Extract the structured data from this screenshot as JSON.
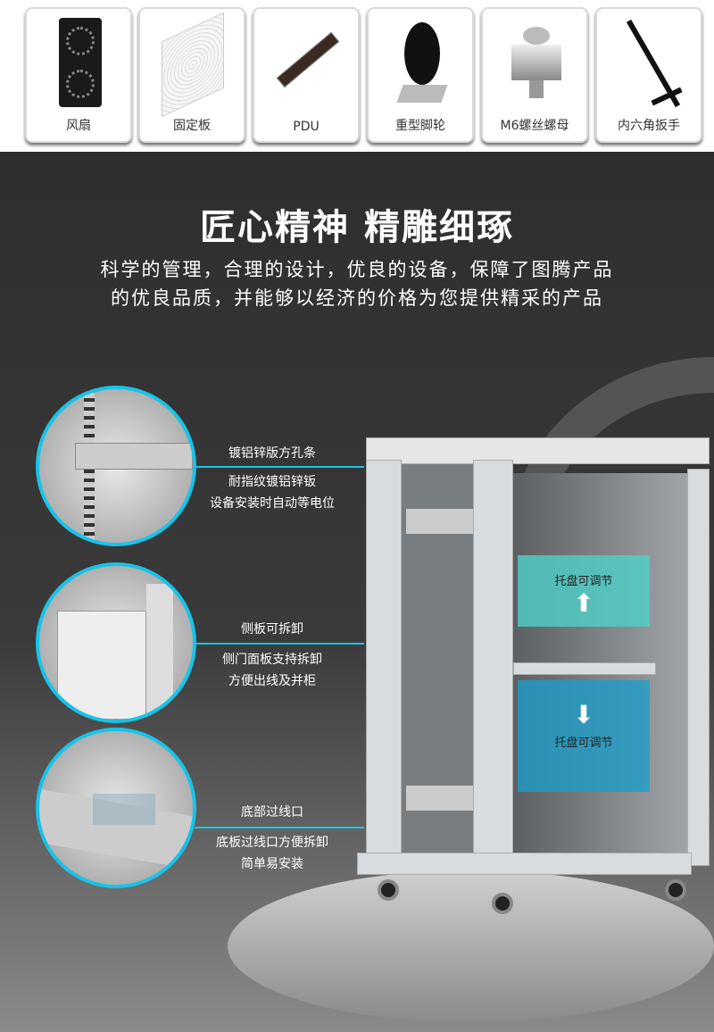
{
  "accessories": [
    {
      "label": "风扇",
      "icon": "fan-icon"
    },
    {
      "label": "固定板",
      "icon": "shelf-plate-icon"
    },
    {
      "label": "PDU",
      "icon": "pdu-icon"
    },
    {
      "label": "重型脚轮",
      "icon": "caster-wheel-icon"
    },
    {
      "label": "M6螺丝螺母",
      "icon": "screw-nut-icon"
    },
    {
      "label": "内六角扳手",
      "icon": "hex-wrench-icon"
    }
  ],
  "headline": "匠心精神  精雕细琢",
  "subline1": "科学的管理，合理的设计，优良的设备，保障了图腾产品",
  "subline2": "的优良品质，并能够以经济的价格为您提供精采的产品",
  "callouts": [
    {
      "title": "镀铝锌版方孔条",
      "line1": "耐指纹镀铝锌钣",
      "line2": "设备安装时自动等电位"
    },
    {
      "title": "侧板可拆卸",
      "line1": "侧门面板支持拆卸",
      "line2": "方便出线及并柜"
    },
    {
      "title": "底部过线口",
      "line1": "底板过线口方便拆卸",
      "line2": "简单易安装"
    }
  ],
  "tray_labels": [
    "托盘可调节",
    "托盘可调节"
  ],
  "colors": {
    "accent": "#18c3e8",
    "tray_up": "#4fd0c8",
    "tray_down": "#1e9ec8"
  }
}
